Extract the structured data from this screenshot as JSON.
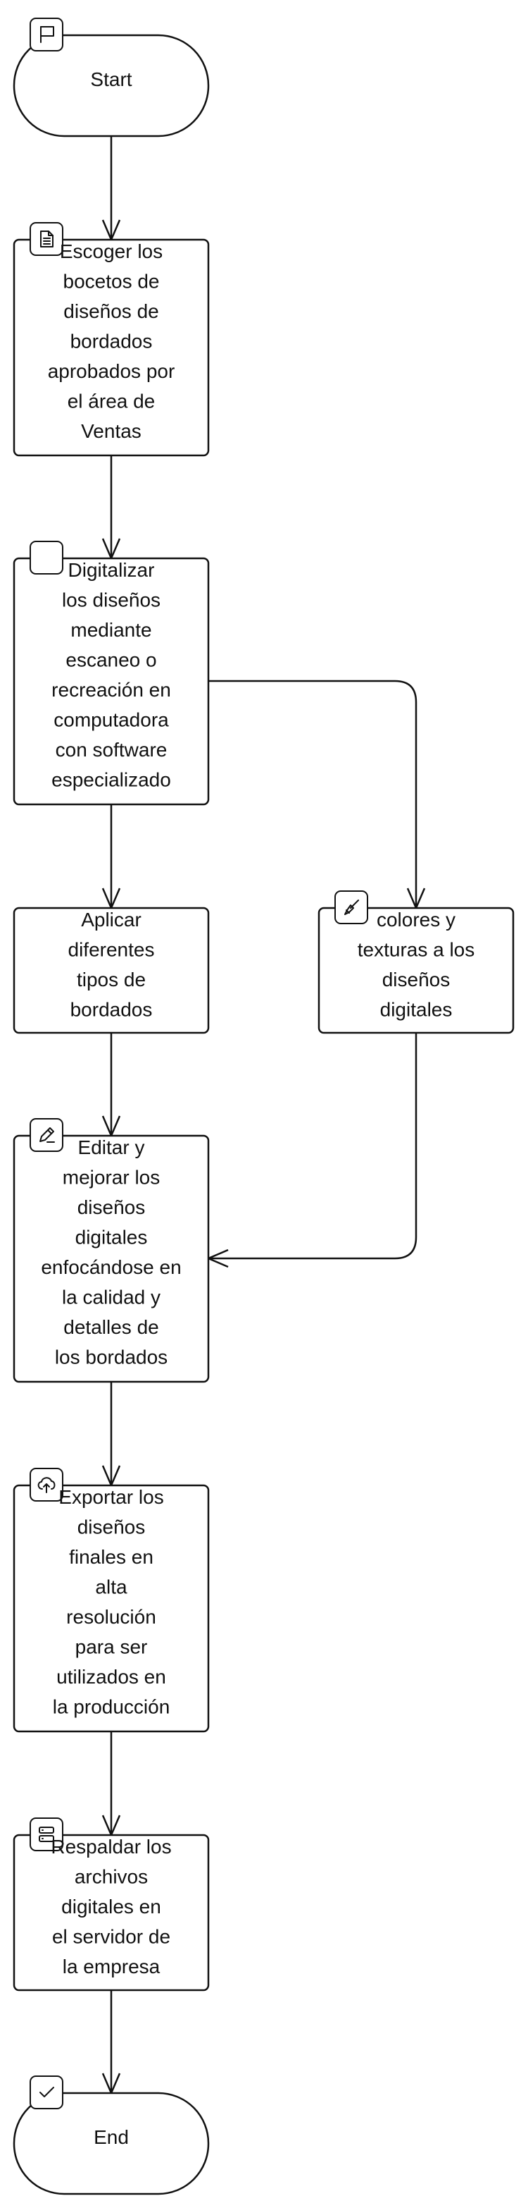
{
  "nodes": [
    {
      "id": "start",
      "shape": "terminal",
      "icon": "flag-icon",
      "lines": [
        "Start"
      ]
    },
    {
      "id": "step-select-sketches",
      "shape": "process",
      "icon": "document-icon",
      "lines": [
        "Escoger los",
        "bocetos de",
        "diseños de",
        "bordados",
        "aprobados por",
        "el área de",
        "Ventas"
      ]
    },
    {
      "id": "step-digitize",
      "shape": "process",
      "icon": "blank-square-icon",
      "lines": [
        "Digitalizar",
        "los diseños",
        "mediante",
        "escaneo o",
        "recreación en",
        "computadora",
        "con software",
        "especializado"
      ]
    },
    {
      "id": "step-apply-embroidery",
      "shape": "process",
      "icon": "",
      "lines": [
        "Aplicar",
        "diferentes",
        "tipos de",
        "bordados"
      ]
    },
    {
      "id": "step-colors-textures",
      "shape": "process",
      "icon": "paintbrush-icon",
      "lines": [
        "colores y",
        "texturas a los",
        "diseños",
        "digitales"
      ]
    },
    {
      "id": "step-edit-improve",
      "shape": "process",
      "icon": "pencil-icon",
      "lines": [
        "Editar y",
        "mejorar los",
        "diseños",
        "digitales",
        "enfocándose en",
        "la calidad y",
        "detalles de",
        "los bordados"
      ]
    },
    {
      "id": "step-export",
      "shape": "process",
      "icon": "cloud-upload-icon",
      "lines": [
        "Exportar los",
        "diseños",
        "finales en",
        "alta",
        "resolución",
        "para ser",
        "utilizados en",
        "la producción"
      ]
    },
    {
      "id": "step-backup",
      "shape": "process",
      "icon": "server-icon",
      "lines": [
        "Respaldar los",
        "archivos",
        "digitales en",
        "el servidor de",
        "la empresa"
      ]
    },
    {
      "id": "end",
      "shape": "terminal",
      "icon": "check-icon",
      "lines": [
        "End"
      ]
    }
  ],
  "edges": [
    {
      "from": "start",
      "to": "step-select-sketches"
    },
    {
      "from": "step-select-sketches",
      "to": "step-digitize"
    },
    {
      "from": "step-digitize",
      "to": "step-apply-embroidery"
    },
    {
      "from": "step-digitize",
      "to": "step-colors-textures"
    },
    {
      "from": "step-apply-embroidery",
      "to": "step-edit-improve"
    },
    {
      "from": "step-colors-textures",
      "to": "step-edit-improve"
    },
    {
      "from": "step-edit-improve",
      "to": "step-export"
    },
    {
      "from": "step-export",
      "to": "step-backup"
    },
    {
      "from": "step-backup",
      "to": "end"
    }
  ]
}
